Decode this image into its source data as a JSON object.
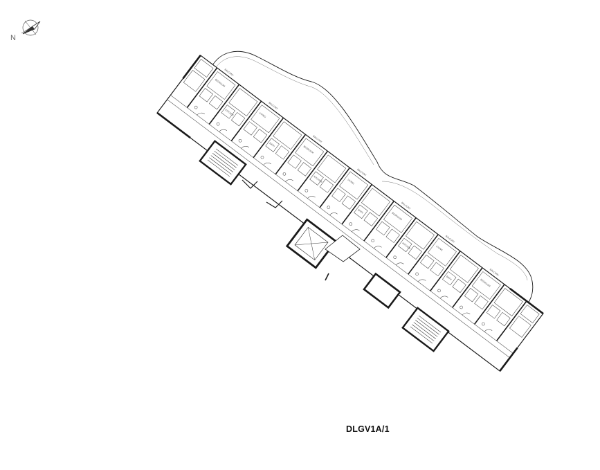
{
  "compass": {
    "north_label": "N",
    "icon": "north-arrow-icon"
  },
  "plan": {
    "code": "DLGV1A/1",
    "room_labels": {
      "balcony": "BALCONY",
      "bedroom": "BEDROOM",
      "living": "LIVING",
      "kitchen": "KITCHEN",
      "bath": "BATH"
    }
  },
  "colors": {
    "line": "#1a1a1a",
    "light_line": "#777777",
    "background": "#ffffff"
  }
}
